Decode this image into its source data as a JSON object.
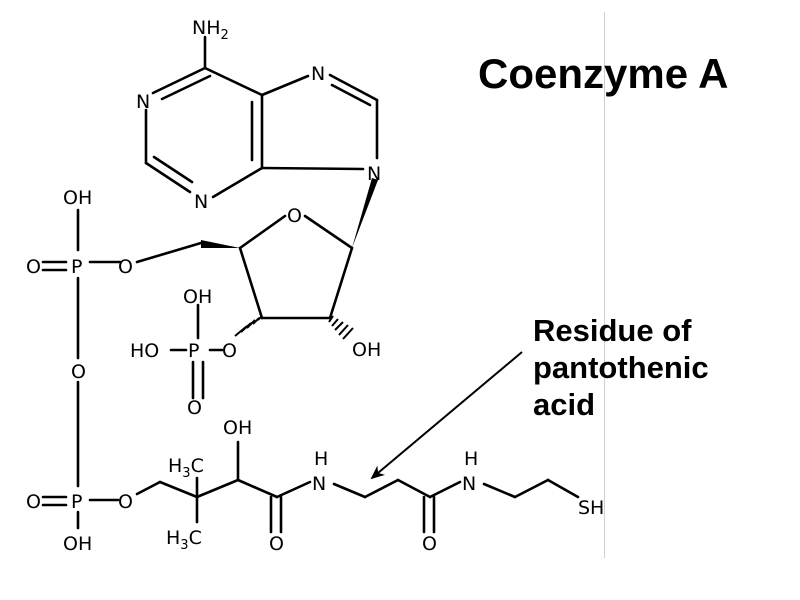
{
  "title": "Coenzyme A",
  "annotation": {
    "lines": [
      "Residue of",
      "pantothenic",
      "acid"
    ]
  },
  "atoms": {
    "amine_n": "NH",
    "amine_sub": "2",
    "n1": "N",
    "n3": "N",
    "n7": "N",
    "n9": "N",
    "ring_o": "O",
    "oh_2prime": "OH",
    "p_3prime": "P",
    "p_3prime_oh_top": "OH",
    "p_3prime_ho_left": "HO",
    "p_3prime_o_bottom": "O",
    "p_3prime_o_link": "O",
    "p_alpha": "P",
    "p_alpha_oh": "OH",
    "p_alpha_o_double": "O",
    "p_alpha_o_link": "O",
    "bridge_o": "O",
    "p_beta": "P",
    "p_beta_o_double": "O",
    "p_beta_o_link": "O",
    "p_beta_oh": "OH",
    "methyl_top": "H",
    "methyl_top_sub": "3",
    "methyl_top_c": "C",
    "methyl_bottom": "H",
    "methyl_bottom_sub": "3",
    "methyl_bottom_c": "C",
    "hydroxyl_chain": "OH",
    "amide1_h": "H",
    "amide1_n": "N",
    "amide1_o": "O",
    "amide2_h": "H",
    "amide2_n": "N",
    "amide2_o": "O",
    "thiol": "SH"
  }
}
